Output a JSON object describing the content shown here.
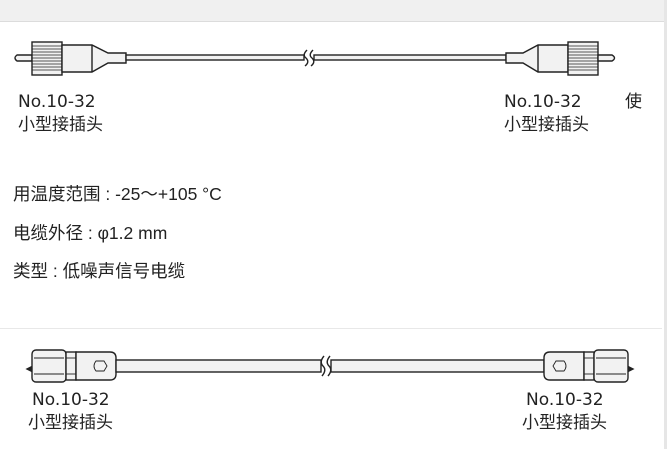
{
  "cable1": {
    "left_connector": {
      "line1": "No.10-32",
      "line2": "小型接插头"
    },
    "right_connector": {
      "line1": "No.10-32",
      "line2": "小型接插头"
    },
    "side_text": "使"
  },
  "specs": [
    {
      "text": "用温度范围 : -25～+105 °C"
    },
    {
      "text": "电缆外径 : φ1.2 mm"
    },
    {
      "text": "类型 : 低噪声信号电缆"
    }
  ],
  "cable2": {
    "left_connector": {
      "line1": "No.10-32",
      "line2": "小型接插头"
    },
    "right_connector": {
      "line1": "No.10-32",
      "line2": "小型接插头"
    }
  },
  "colors": {
    "stroke": "#222222",
    "fill": "#f2f2f2"
  }
}
